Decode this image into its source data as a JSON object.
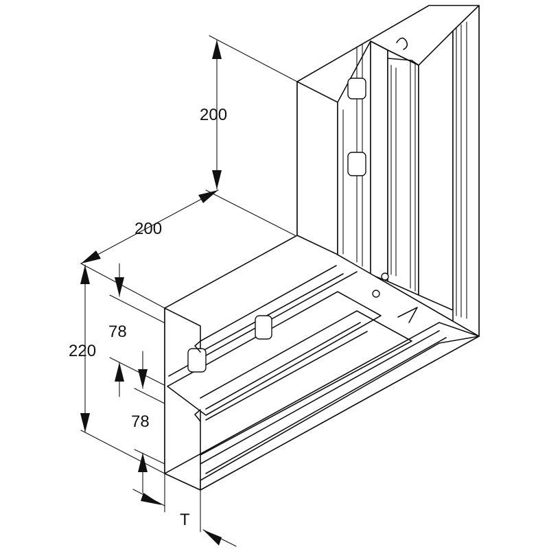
{
  "dimensions": {
    "vertical_arm_height": "200",
    "horizontal_arm_width": "200",
    "overall_height": "220",
    "upper_compartment": "78",
    "lower_compartment": "78",
    "thickness": "T"
  },
  "colors": {
    "line": "#111111",
    "background": "#ffffff"
  }
}
